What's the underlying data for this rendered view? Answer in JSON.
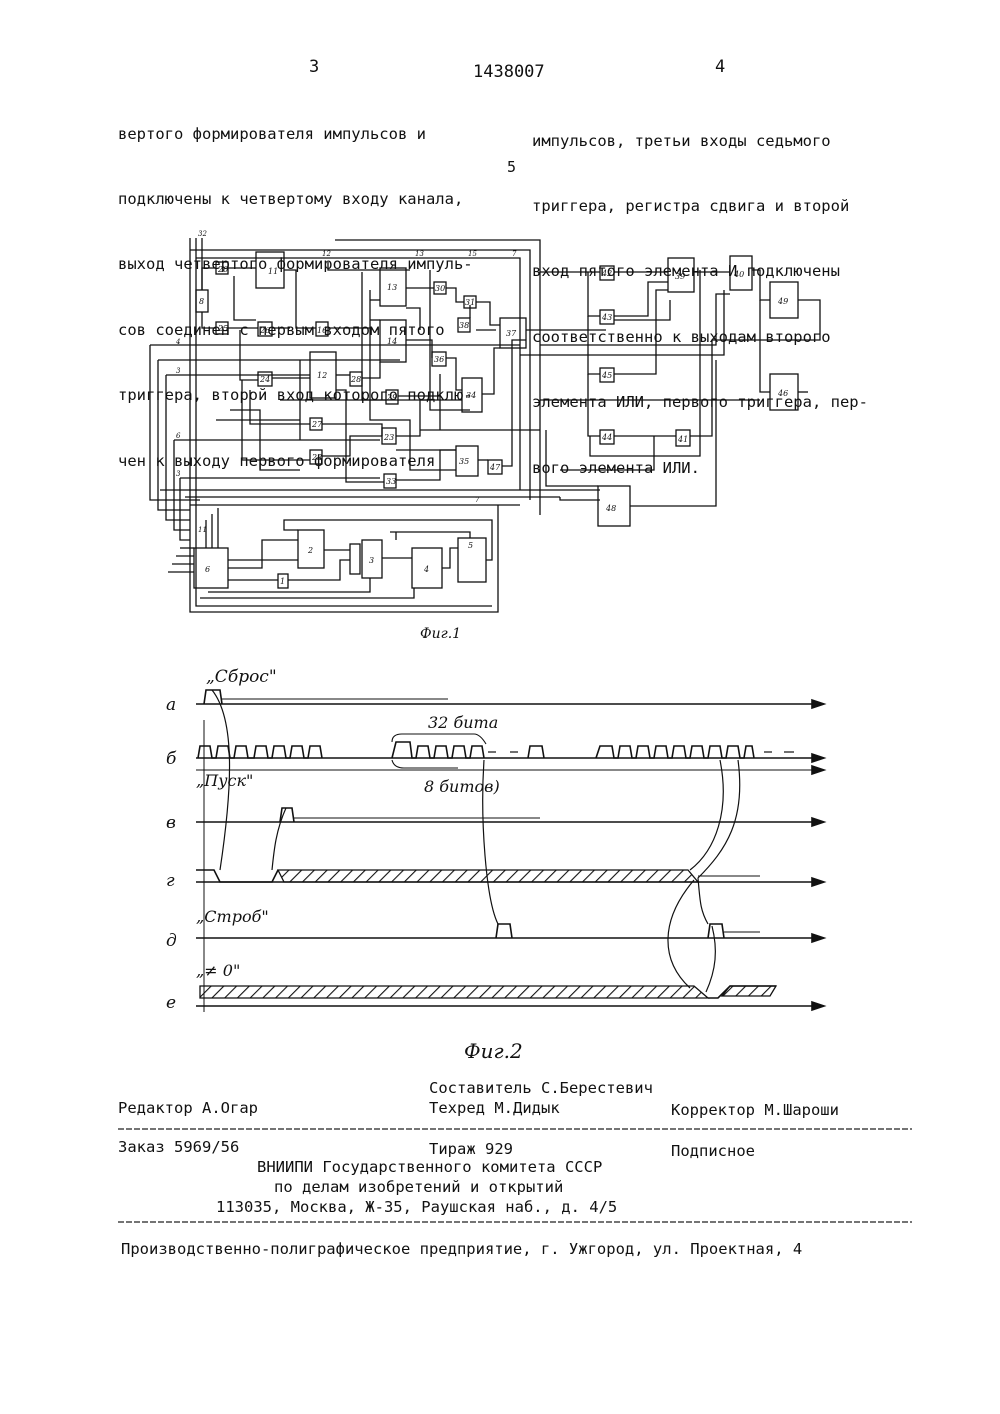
{
  "header": {
    "page_left": "3",
    "patent_number": "1438007",
    "page_right": "4",
    "line_marker": "5"
  },
  "left_column": [
    "вертого формирователя импульсов и",
    "подключены к четвертому входу канала,",
    "выход четвертого формирователя импуль-",
    "сов соединен с первым входом пятого",
    "триггера, второй вход которого подклю-",
    "чен к выходу первого формирователя"
  ],
  "right_column": [
    "импульсов, третьи входы седьмого",
    "триггера, регистра сдвига и второй",
    "вход пятого элемента И подключены",
    "соответственно к выходам второго",
    "элемента ИЛИ, первого триггера, пер-",
    "вого элемента ИЛИ."
  ],
  "figure1": {
    "caption": "Фиг.1",
    "blocks": {
      "b1": "1",
      "b2": "2",
      "b3": "3",
      "b4": "4",
      "b5": "5",
      "b6": "6",
      "b8": "8",
      "b11": "11",
      "b12": "12",
      "b13": "13",
      "b14": "14",
      "b16": "16",
      "b20": "20",
      "b22": "22",
      "b23": "23",
      "b24": "24",
      "b25": "25",
      "b26": "26",
      "b27": "27",
      "b28": "28",
      "b29": "29",
      "b30": "30",
      "b31": "31",
      "b33": "33",
      "b34": "34",
      "b35": "35",
      "b36": "36",
      "b37": "37",
      "b38": "38",
      "b39": "39",
      "b40": "40",
      "b41": "41",
      "b42": "42",
      "b43": "43",
      "b44": "44",
      "b45": "45",
      "b46": "46",
      "b47": "47",
      "b48": "48",
      "b49": "49"
    },
    "bus_labels": {
      "t11": "11",
      "t32": "32",
      "t12": "12",
      "t13": "13",
      "t15": "15",
      "t7a": "7",
      "t7b": "7",
      "t4": "4",
      "t3": "3",
      "t6": "6",
      "t3b": "3"
    }
  },
  "figure2": {
    "caption": "Фиг.2",
    "row_labels": [
      "а",
      "б",
      "в",
      "г",
      "д",
      "е"
    ],
    "annotations": {
      "reset": "„Сброс\"",
      "bits32": "32 бита",
      "bits8": "8 битов)",
      "start": "„Пуск\"",
      "strobe": "„Строб\"",
      "nonzero": "„≠ 0\""
    }
  },
  "footer": {
    "compiler": "Составитель С.Берестевич",
    "editor": "Редактор А.Огар",
    "techred": "Техред М.Дидык",
    "corrector": "Корректор М.Шароши",
    "order": "Заказ 5969/56",
    "circulation": "Тираж 929",
    "subscription": "Подписное",
    "org_line1": "ВНИИПИ Государственного комитета СССР",
    "org_line2": "по делам изобретений и открытий",
    "address": "113035, Москва, Ж-35, Раушская наб., д. 4/5",
    "printer": "Производственно-полиграфическое предприятие, г. Ужгород, ул. Проектная, 4"
  }
}
